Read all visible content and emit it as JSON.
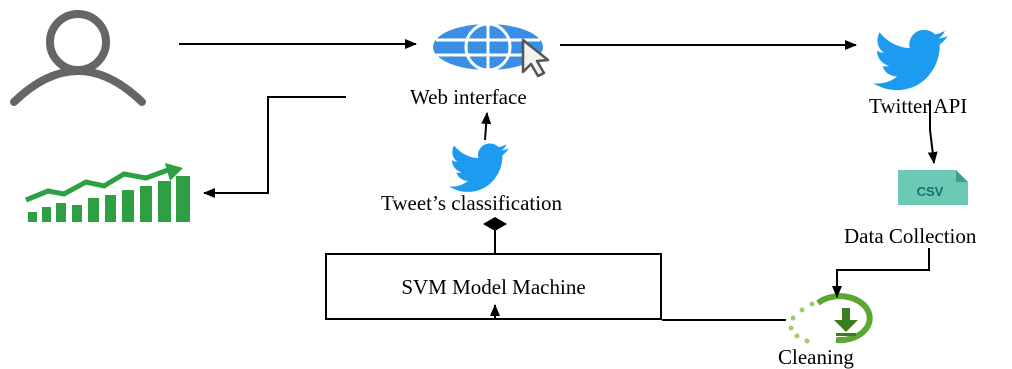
{
  "nodes": {
    "web_interface": {
      "label": "Web interface"
    },
    "twitter_api": {
      "label": "Twitter API"
    },
    "tweets_classification": {
      "label": "Tweet’s classification"
    },
    "svm": {
      "label": "SVM Model Machine"
    },
    "data_collection": {
      "label": "Data Collection"
    },
    "cleaning": {
      "label": "Cleaning"
    }
  },
  "icons": {
    "user": "user-icon",
    "globe": "globe-cursor-icon",
    "twitter_bird": "twitter-bird-icon",
    "chart": "growth-chart-icon",
    "csv_file": "csv-file-icon",
    "csv_badge": "CSV",
    "cleaning": "cleaning-download-icon"
  },
  "colors": {
    "twitter_blue": "#1d9bf0",
    "globe_blue": "#3a8ee6",
    "chart_green": "#2ea043",
    "csv_teal": "#1a8a80",
    "cleaning_green": "#5aa832"
  }
}
